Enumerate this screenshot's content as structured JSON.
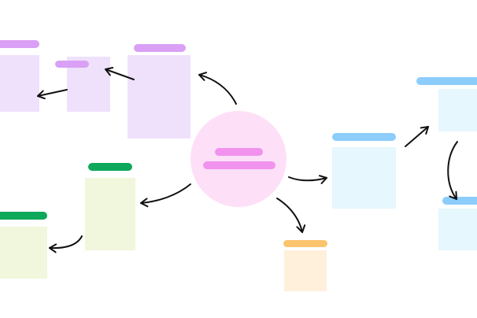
{
  "colors": {
    "background": "#ffffff",
    "center_fill": "#fde0f7",
    "center_bar": "#f192ef",
    "purple_fill": "#efe1fb",
    "purple_bar": "#d9a0f5",
    "green_fill": "#f0f7dc",
    "green_bar": "#0ea85a",
    "orange_fill": "#fff0dc",
    "orange_bar": "#fbc46e",
    "blue_fill": "#e6f7fd",
    "blue_bar": "#8ccdfb",
    "arrow": "#111111"
  },
  "nodes": [
    {
      "id": "center",
      "kind": "circle",
      "color": "center"
    },
    {
      "id": "purple-1",
      "color": "purple"
    },
    {
      "id": "purple-2",
      "color": "purple"
    },
    {
      "id": "purple-3",
      "color": "purple"
    },
    {
      "id": "green-1",
      "color": "green"
    },
    {
      "id": "green-2",
      "color": "green"
    },
    {
      "id": "orange-1",
      "color": "orange"
    },
    {
      "id": "blue-1",
      "color": "blue"
    },
    {
      "id": "blue-2",
      "color": "blue"
    },
    {
      "id": "blue-3",
      "color": "blue"
    }
  ]
}
